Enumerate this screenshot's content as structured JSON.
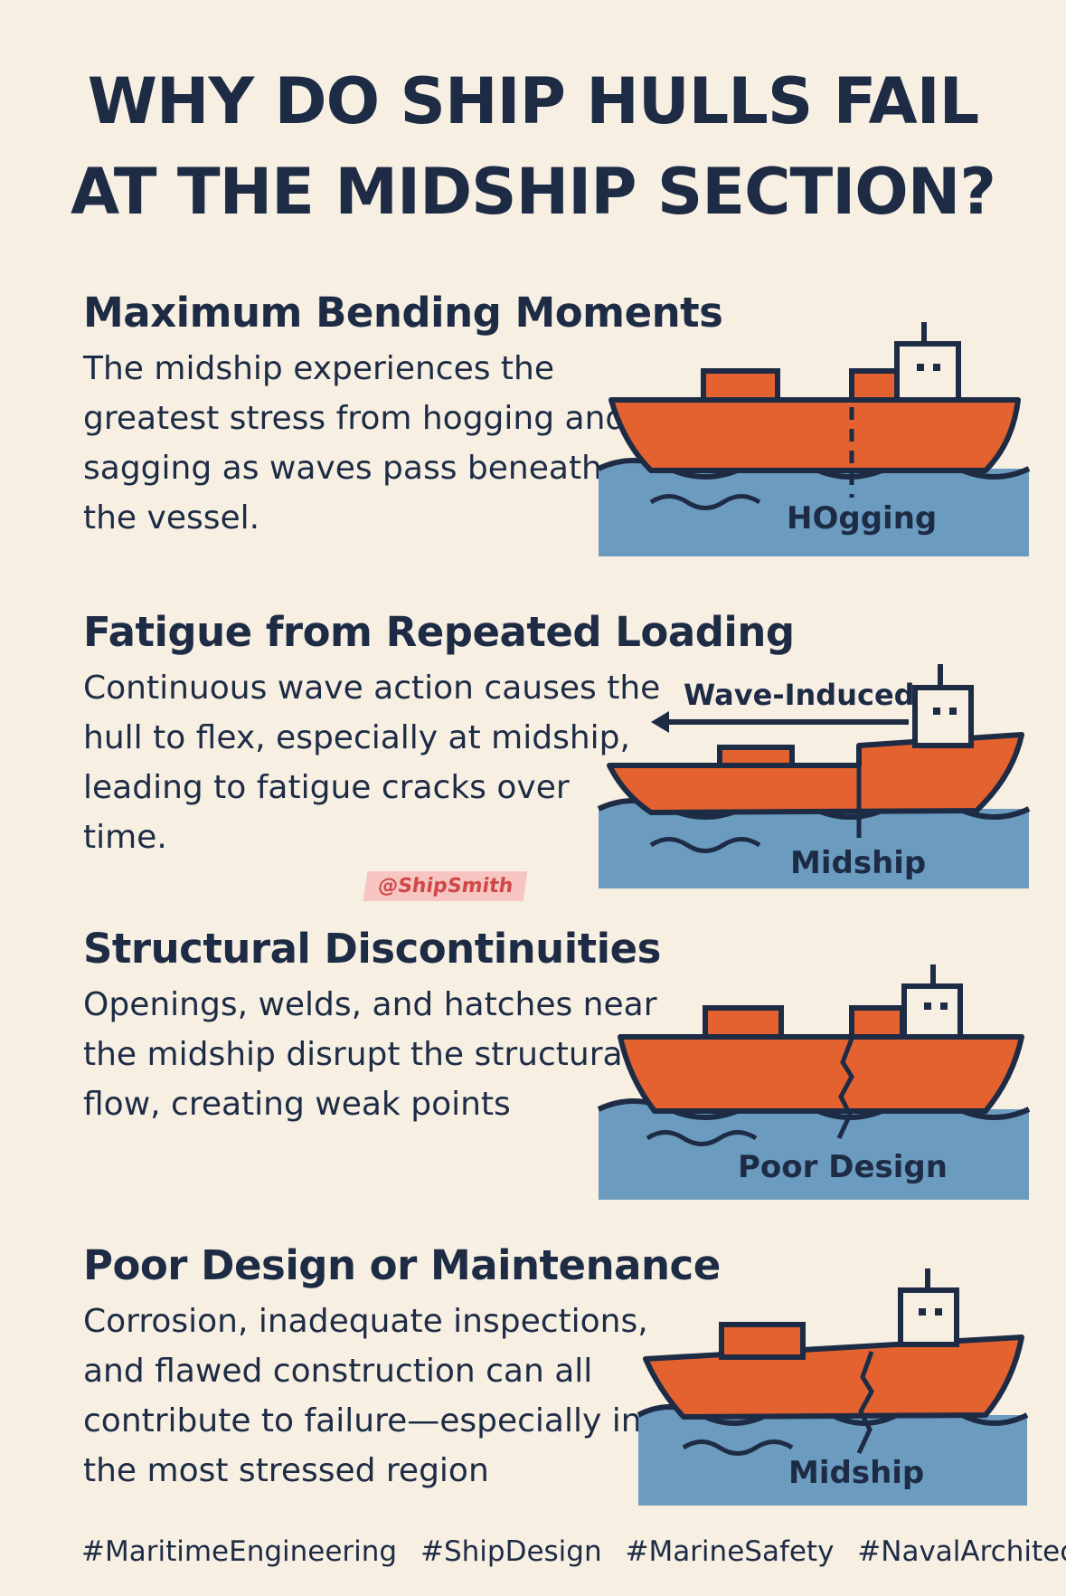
{
  "title_line1": "WHY DO SHIP HULLS FAIL",
  "title_line2": "AT THE MIDSHIP SECTION?",
  "sections": [
    {
      "heading": "Maximum Bending Moments",
      "body": "The midship experiences the greatest stress from hogging and sagging as waves pass beneath the vessel.",
      "illustration_label": "HOgging"
    },
    {
      "heading": "Fatigue from Repeated Loading",
      "body": "Continuous wave action causes the hull to flex, especially at midship, leading to fatigue cracks over time.",
      "illustration_label": "Midship",
      "arrow_label": "Wave-Induced"
    },
    {
      "heading": "Structural Discontinuities",
      "body": "Openings, welds, and hatches near the midship disrupt the structural flow, creating weak points",
      "illustration_label": "Poor Design"
    },
    {
      "heading": "Poor Design or Maintenance",
      "body": "Corrosion, inadequate inspections, and flawed construction can all contribute to failure—especially in the most stressed region",
      "illustration_label": "Midship"
    }
  ],
  "watermark": "@ShipSmith",
  "hashtags": [
    "#MaritimeEngineering",
    "#ShipDesign",
    "#MarineSafety",
    "#NavalArchitecture"
  ],
  "colors": {
    "hull": "#e4622f",
    "water": "#6b9bbf",
    "outline": "#1d2b45",
    "background": "#f6efe2"
  }
}
